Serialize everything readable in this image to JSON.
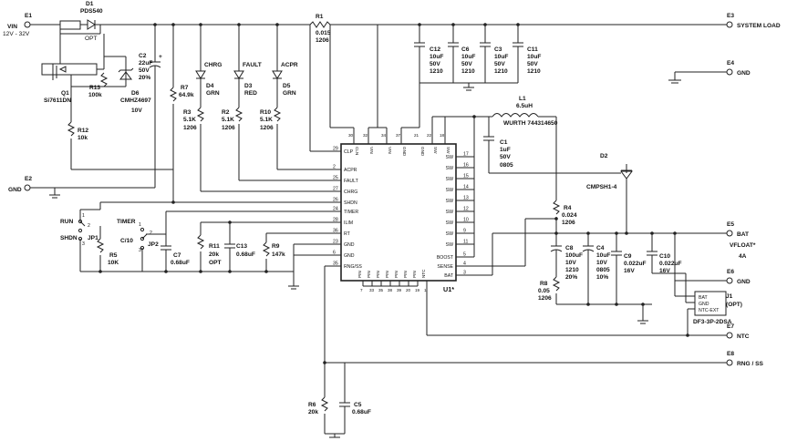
{
  "title": "",
  "terminals": {
    "e1": {
      "ref": "E1",
      "net": "VIN",
      "range": "12V - 32V"
    },
    "e2": {
      "ref": "E2",
      "net": "GND"
    },
    "e3": {
      "ref": "E3",
      "net": "SYSTEM LOAD"
    },
    "e4": {
      "ref": "E4",
      "net": "GND"
    },
    "e5": {
      "ref": "E5",
      "net": "BAT",
      "note1": "VFLOAT*",
      "note2": "4A"
    },
    "e6": {
      "ref": "E6",
      "net": "GND"
    },
    "e7": {
      "ref": "E7",
      "net": "NTC"
    },
    "e8": {
      "ref": "E8",
      "net": "RNG / SS"
    }
  },
  "components": {
    "d1": {
      "ref": "D1",
      "part": "PDS540",
      "note": "OPT"
    },
    "r1": {
      "ref": "R1",
      "value": "0.015",
      "pkg": "1206"
    },
    "c12": {
      "ref": "C12",
      "value": "10uF",
      "v": "50V",
      "pkg": "1210"
    },
    "c6": {
      "ref": "C6",
      "value": "10uF",
      "v": "50V",
      "pkg": "1210"
    },
    "c3": {
      "ref": "C3",
      "value": "10uF",
      "v": "50V",
      "pkg": "1210"
    },
    "c11": {
      "ref": "C11",
      "value": "10uF",
      "v": "50V",
      "pkg": "1210"
    },
    "c2": {
      "ref": "C2",
      "value": "22uF",
      "v": "50V",
      "tol": "20%"
    },
    "q1": {
      "ref": "Q1",
      "part": "Si7611DN"
    },
    "r13": {
      "ref": "R13",
      "value": "100k"
    },
    "d6": {
      "ref": "D6",
      "part": "CMHZ4697",
      "v": "10V"
    },
    "r12": {
      "ref": "R12",
      "value": "10k"
    },
    "r7": {
      "ref": "R7",
      "value": "64.9k"
    },
    "d4": {
      "ref": "D4",
      "color": "GRN",
      "label": "CHRG"
    },
    "d3": {
      "ref": "D3",
      "color": "RED",
      "label": "FAULT"
    },
    "d5": {
      "ref": "D5",
      "color": "GRN",
      "label": "ACPR"
    },
    "r3": {
      "ref": "R3",
      "value": "5.1K",
      "pkg": "1206"
    },
    "r2": {
      "ref": "R2",
      "value": "5.1K",
      "pkg": "1206"
    },
    "r10": {
      "ref": "R10",
      "value": "5.1K",
      "pkg": "1206"
    },
    "l1": {
      "ref": "L1",
      "value": "6.5uH",
      "part": "WURTH 744314650"
    },
    "c1": {
      "ref": "C1",
      "value": "1uF",
      "v": "50V",
      "pkg": "0805"
    },
    "d2": {
      "ref": "D2",
      "part": "CMPSH1-4"
    },
    "r4": {
      "ref": "R4",
      "value": "0.024",
      "pkg": "1206"
    },
    "r8": {
      "ref": "R8",
      "value": "0.05",
      "pkg": "1206"
    },
    "c8": {
      "ref": "C8",
      "value": "100uF",
      "v": "10V",
      "pkg": "1210",
      "tol": "20%"
    },
    "c4": {
      "ref": "C4",
      "value": "10uF",
      "v": "10V",
      "pkg": "0805",
      "tol": "10%"
    },
    "c9": {
      "ref": "C9",
      "value": "0.022uF",
      "v": "16V"
    },
    "c10": {
      "ref": "C10",
      "value": "0.022uF",
      "v": "16V"
    },
    "j1": {
      "ref": "J1",
      "note": "(OPT)",
      "part": "DF3-3P-2DSA",
      "p1": "BAT",
      "p2": "GND",
      "p3": "NTC-EXT"
    },
    "jp1": {
      "ref": "JP1",
      "top": "RUN",
      "bottom": "SHDN",
      "pin1": "1",
      "pin2": "2",
      "pin3": "3"
    },
    "jp2": {
      "ref": "JP2",
      "top": "TIMER",
      "bottom": "C/10",
      "pin1": "1",
      "pin2": "2",
      "pin3": "3"
    },
    "r5": {
      "ref": "R5",
      "value": "10K"
    },
    "c7": {
      "ref": "C7",
      "value": "0.68uF"
    },
    "r11": {
      "ref": "R11",
      "value": "20k",
      "note": "OPT"
    },
    "c13": {
      "ref": "C13",
      "value": "0.68uF"
    },
    "r9": {
      "ref": "R9",
      "value": "147k"
    },
    "r6": {
      "ref": "R6",
      "value": "20k"
    },
    "c5": {
      "ref": "C5",
      "value": "0.68uF"
    }
  },
  "chip": {
    "ref": "U1*",
    "left_pins": [
      {
        "num": "29",
        "name": "CLP"
      },
      {
        "num": "2",
        "name": "ACPR"
      },
      {
        "num": "25",
        "name": "FAULT"
      },
      {
        "num": "27",
        "name": "CHRG"
      },
      {
        "num": "26",
        "name": "SHDN"
      },
      {
        "num": "24",
        "name": "TIMER"
      },
      {
        "num": "28",
        "name": "ILIM"
      },
      {
        "num": "36",
        "name": "RT"
      },
      {
        "num": "23",
        "name": "GND"
      },
      {
        "num": "6",
        "name": "GND"
      },
      {
        "num": "35",
        "name": "RNG/SS"
      }
    ],
    "right_pins": [
      {
        "num": "17",
        "name": "SW"
      },
      {
        "num": "16",
        "name": "SW"
      },
      {
        "num": "15",
        "name": "SW"
      },
      {
        "num": "14",
        "name": "SW"
      },
      {
        "num": "13",
        "name": "SW"
      },
      {
        "num": "12",
        "name": "SW"
      },
      {
        "num": "10",
        "name": "SW"
      },
      {
        "num": "9",
        "name": "SW"
      },
      {
        "num": "11",
        "name": "SW"
      },
      {
        "num": "5",
        "name": "BOOST"
      },
      {
        "num": "4",
        "name": "SENSE"
      },
      {
        "num": "3",
        "name": "BAT"
      }
    ],
    "top_pins": [
      {
        "num": "30",
        "name": "CLN"
      },
      {
        "num": "32",
        "name": "VIN"
      },
      {
        "num": "34",
        "name": "VIN"
      },
      {
        "num": "37",
        "name": "GND"
      },
      {
        "num": "21",
        "name": "GND"
      },
      {
        "num": "22",
        "name": "SW"
      },
      {
        "num": "18",
        "name": "SW"
      }
    ],
    "bottom_pins": [
      {
        "num": "7",
        "name": "PIN"
      },
      {
        "num": "33",
        "name": "PIN"
      },
      {
        "num": "35",
        "name": "PIN"
      },
      {
        "num": "38",
        "name": "PIN"
      },
      {
        "num": "39",
        "name": "PIN"
      },
      {
        "num": "20",
        "name": "PIN"
      },
      {
        "num": "19",
        "name": "PIN"
      },
      {
        "num": "1",
        "name": "NTC"
      }
    ]
  }
}
